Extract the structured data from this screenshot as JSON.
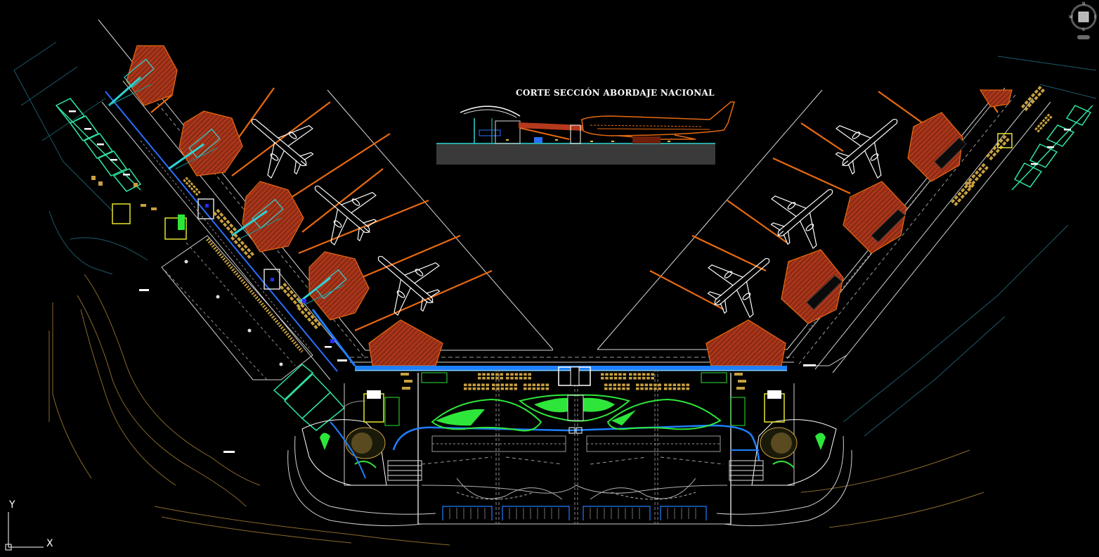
{
  "drawing": {
    "section_title": "CORTE SECCIÓN ABORDAJE NACIONAL",
    "background": "#000000"
  },
  "ucs_icon": {
    "y_label": "Y",
    "x_label": "X"
  },
  "view_cube": {
    "north": "N",
    "south": "S",
    "east": "E",
    "west": "W"
  },
  "colors": {
    "roof_red": "#b5391c",
    "roof_stripe": "#6e1f0c",
    "orange_line": "#e86a10",
    "apron_white": "#e8e8e8",
    "terminal_blue": "#1e7fff",
    "bridge_cyan": "#2fd3d3",
    "landscape_green": "#2ee63a",
    "furniture_gold": "#c8a040",
    "contour_brown": "#8a6a2a",
    "grey_line": "#8c8c8c",
    "dark_teal": "#1d5a6a"
  }
}
